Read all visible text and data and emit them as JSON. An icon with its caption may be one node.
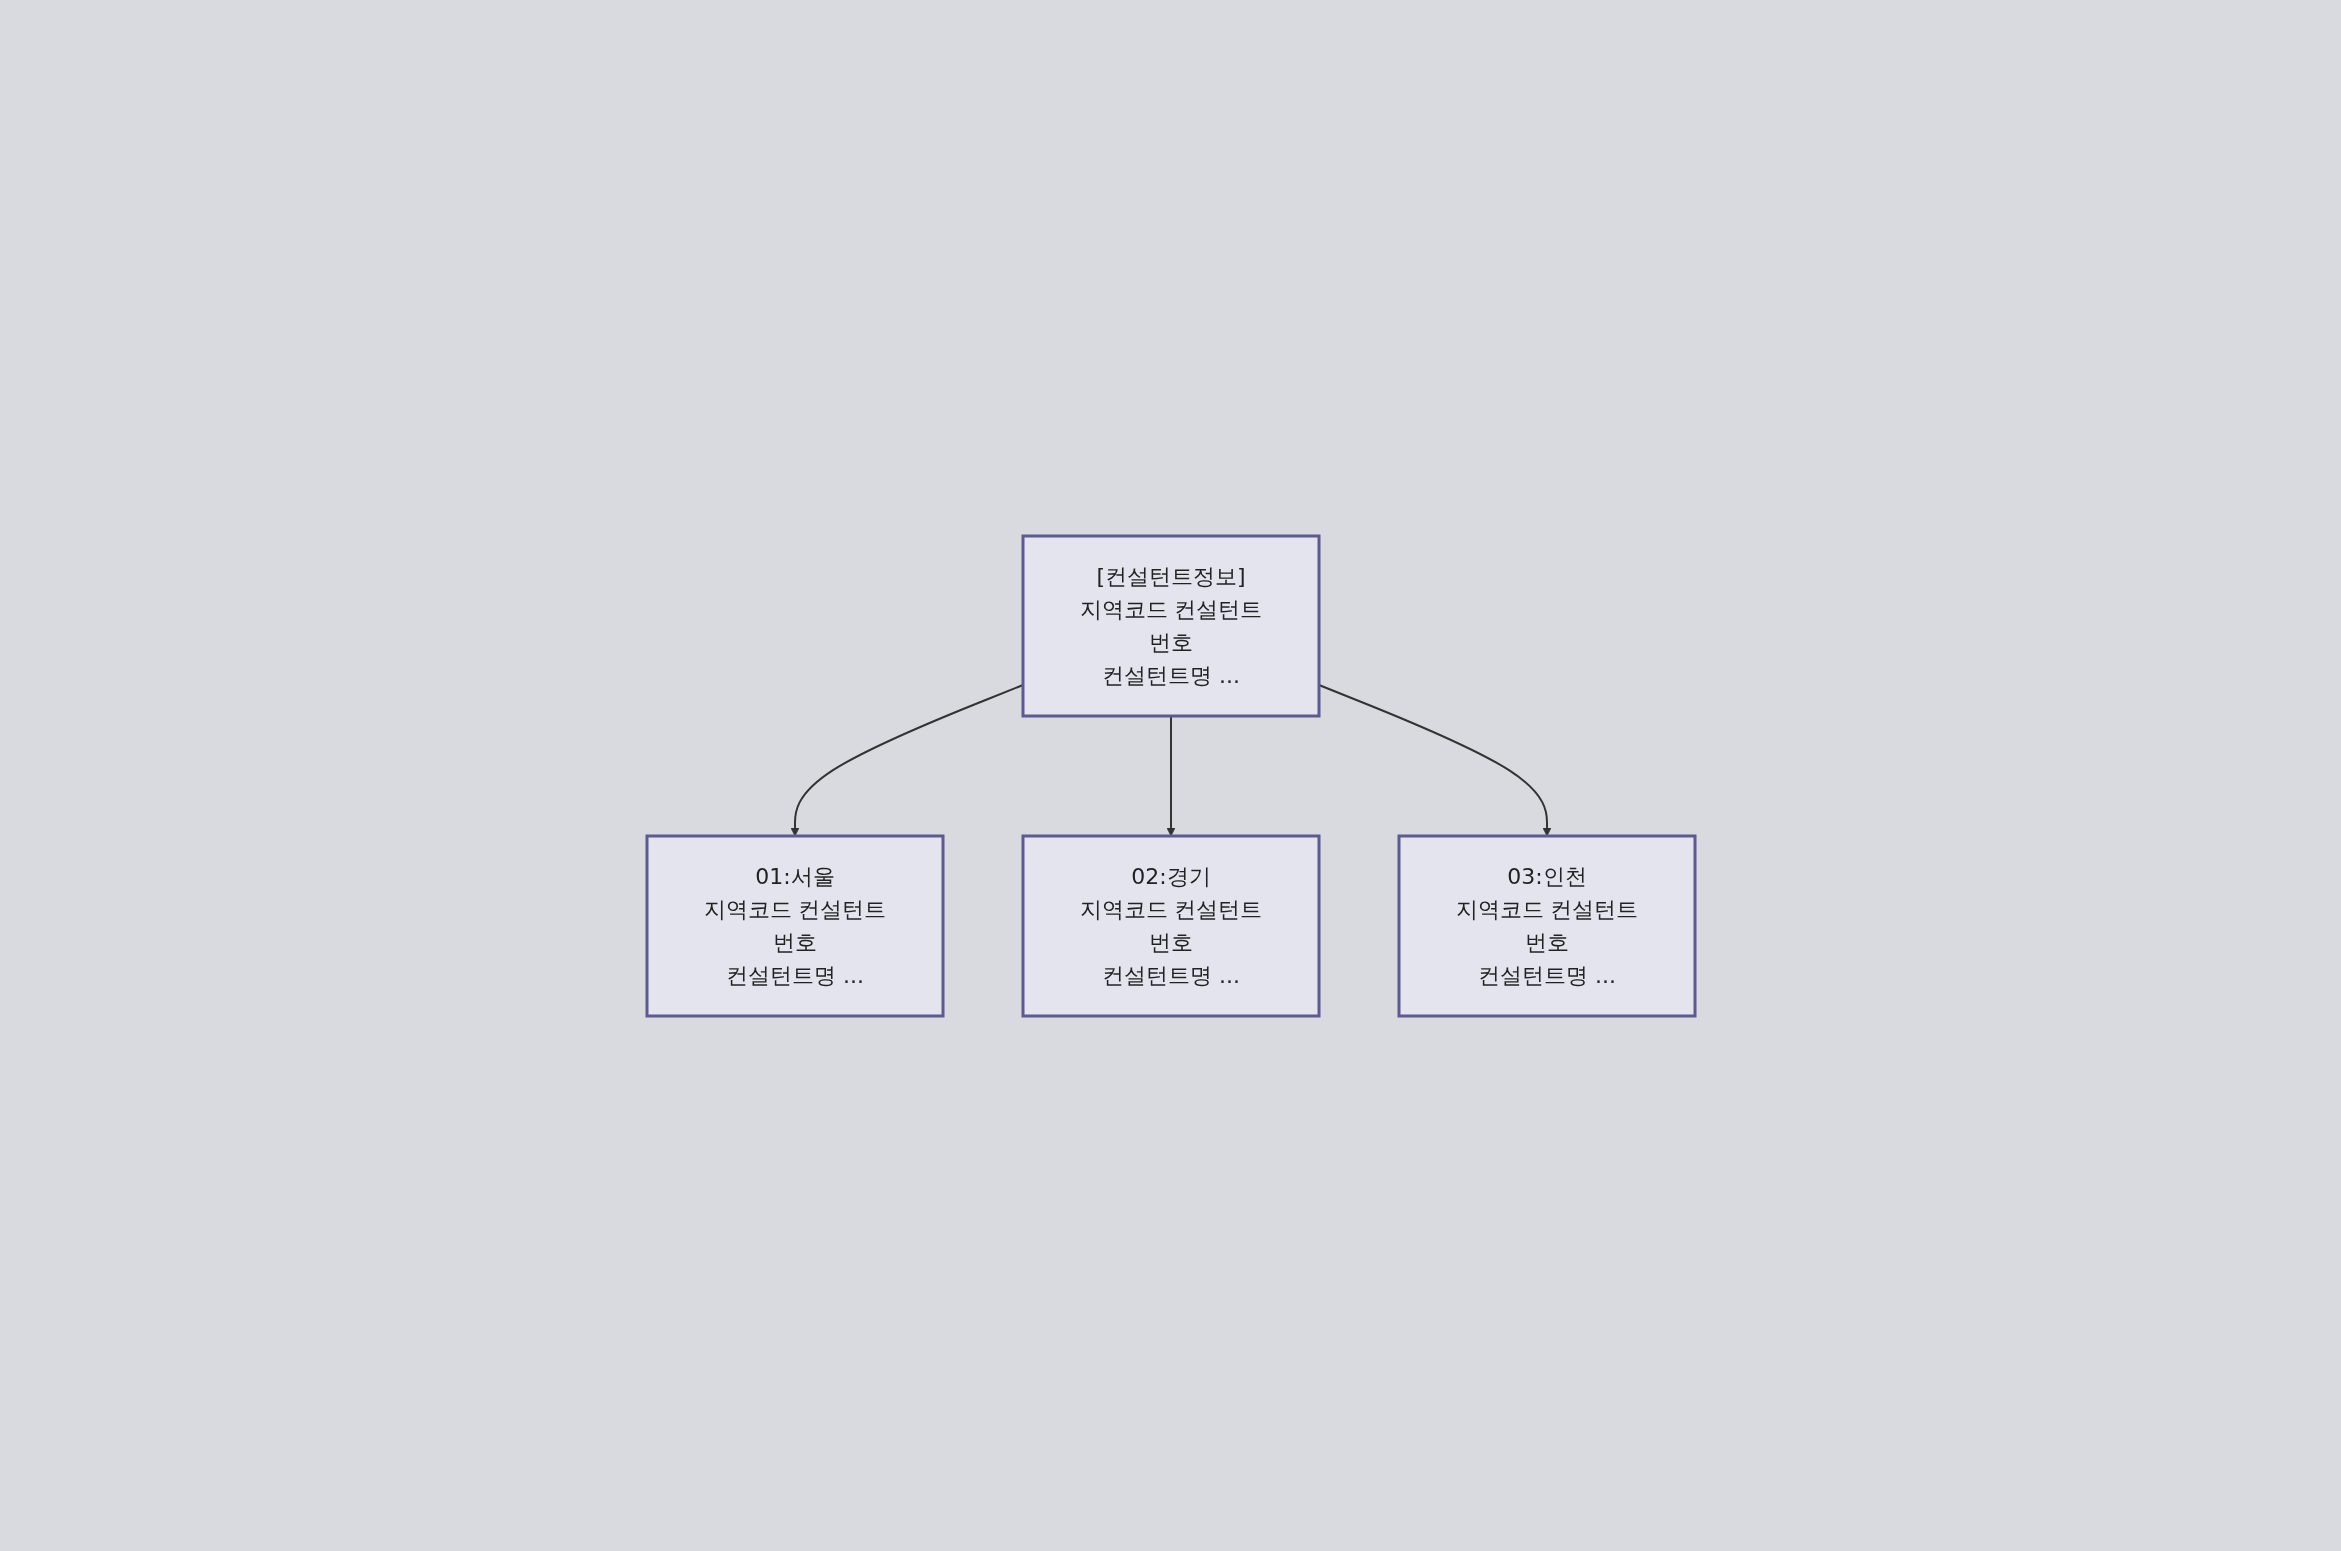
{
  "diagram": {
    "nodes": [
      {
        "text": [
          "[컨설턴트정보]",
          "지역코드 컨설턴트번호",
          "컨설턴트명 ..."
        ]
      },
      {
        "text": [
          "01:서울",
          "지역코드 컨설턴트번호",
          "컨설턴트명 ..."
        ]
      },
      {
        "text": [
          "02:경기",
          "지역코드 컨설턴트번호",
          "컨설턴트명 ..."
        ]
      },
      {
        "text": [
          "03:인천",
          "지역코드 컨설턴트번호",
          "컨설턴트명 ..."
        ]
      }
    ],
    "edges": [
      {
        "from": 0,
        "to": 1,
        "arrow": "to"
      },
      {
        "from": 0,
        "to": 2,
        "arrow": "to"
      },
      {
        "from": 0,
        "to": 3,
        "arrow": "to"
      }
    ]
  }
}
